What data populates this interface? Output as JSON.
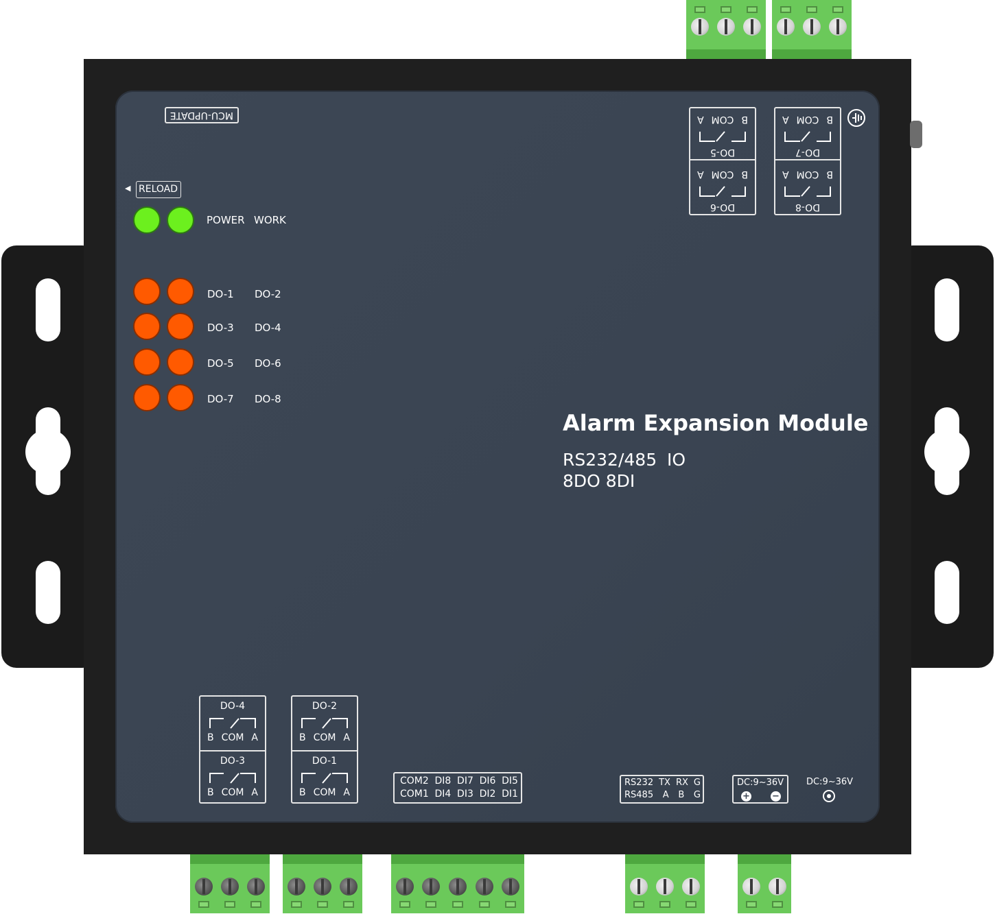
{
  "device": {
    "title": "Alarm Expansion Module",
    "subtitle_line1_a": "RS232/485",
    "subtitle_line1_b": "IO",
    "subtitle_line2": "8DO 8DI"
  },
  "labels": {
    "mcu_update": "MCU-UPDATE",
    "reload": "RELOAD",
    "power": "POWER",
    "work": "WORK",
    "dc_jack": "DC:9~36V"
  },
  "led_labels": [
    [
      "DO-1",
      "DO-2"
    ],
    [
      "DO-3",
      "DO-4"
    ],
    [
      "DO-5",
      "DO-6"
    ],
    [
      "DO-7",
      "DO-8"
    ]
  ],
  "relay_top": {
    "left_upper": "DO-5",
    "left_lower": "DO-6",
    "right_upper": "DO-7",
    "right_lower": "DO-8"
  },
  "relay_bottom": {
    "left_upper": "DO-4",
    "left_lower": "DO-3",
    "right_upper": "DO-2",
    "right_lower": "DO-1"
  },
  "relay_pins": {
    "b": "B",
    "com": "COM",
    "a": "A"
  },
  "di_box": {
    "row1": [
      "COM2",
      "DI8",
      "DI7",
      "DI6",
      "DI5"
    ],
    "row2": [
      "COM1",
      "DI4",
      "DI3",
      "DI2",
      "DI1"
    ]
  },
  "serial_box": {
    "row1": [
      "RS232",
      "TX",
      "RX",
      "G"
    ],
    "row2": [
      "RS485",
      "A",
      "B",
      "G"
    ]
  },
  "power_box": {
    "label": "DC:9~36V",
    "plus": "+",
    "minus": "−"
  },
  "colors": {
    "panel": "#3d4755",
    "housing": "#1f1f1f",
    "led_green": "#6cf01e",
    "led_orange": "#ff5a00",
    "terminal_green": "#6bc95a"
  }
}
